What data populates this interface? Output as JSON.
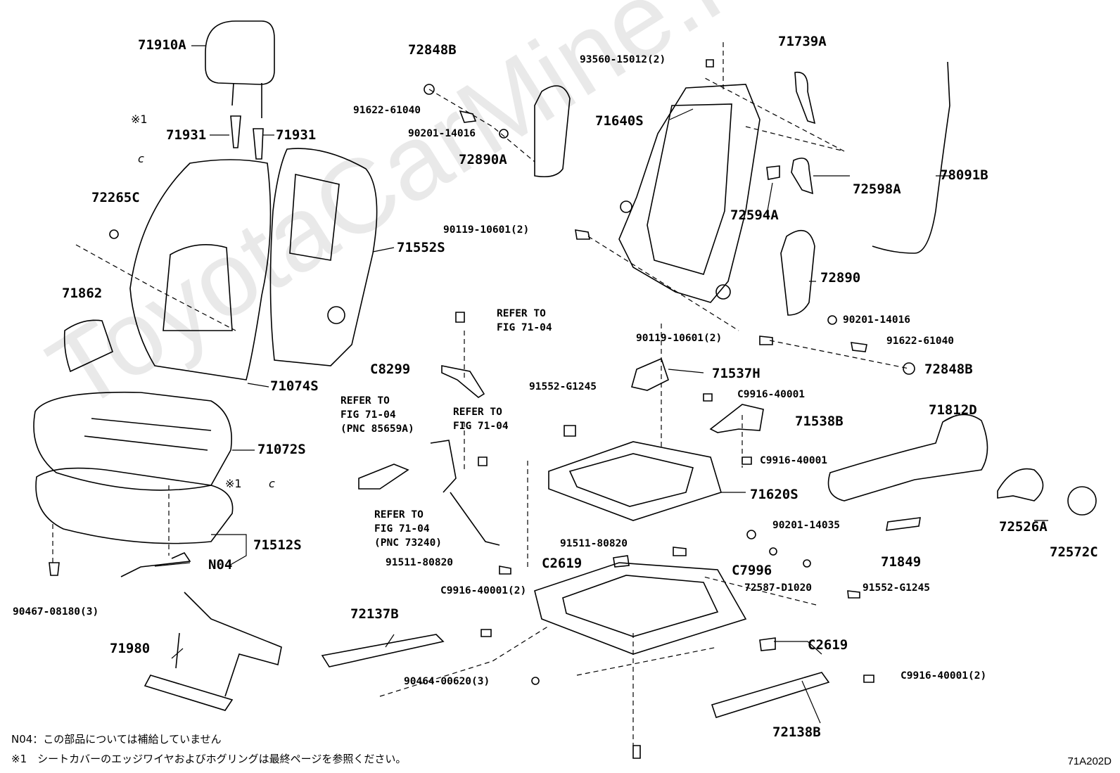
{
  "watermark": "ToyotaCarMine.ru",
  "figure_id": "71A202D",
  "notes": {
    "n04": "N04：この部品については補給していません",
    "asterisk1": "※1　シートカバーのエッジワイヤおよびホグリングは最終ページを参照ください。"
  },
  "callouts": {
    "p71910A": "71910A",
    "p71931_left": "71931",
    "p71931_right": "71931",
    "star1_top": "※1",
    "star1_top_c": "c",
    "p72265C": "72265C",
    "p71862": "71862",
    "p71552S": "71552S",
    "p71074S": "71074S",
    "p71072S": "71072S",
    "star1_mid": "※1",
    "star1_mid_c": "c",
    "p71512S": "71512S",
    "pN04": "N04",
    "p90467": "90467-08180(3)",
    "p71980": "71980",
    "p72848B_top": "72848B",
    "p91622_top": "91622-61040",
    "p90201_top": "90201-14016",
    "p72890A": "72890A",
    "p93560": "93560-15012(2)",
    "p71739A": "71739A",
    "p71640S": "71640S",
    "p78091B": "78091B",
    "p72598A": "72598A",
    "p72594A": "72594A",
    "p90119_top": "90119-10601(2)",
    "p72890": "72890",
    "p90201_right": "90201-14016",
    "p90119_bot": "90119-10601(2)",
    "p91622_right": "91622-61040",
    "p72848B_right": "72848B",
    "refer_a": "REFER TO\nFIG 71-04",
    "pC8299": "C8299",
    "refer_b": "REFER TO\nFIG 71-04\n(PNC 85659A)",
    "refer_c": "REFER TO\nFIG 71-04",
    "refer_d": "REFER TO\nFIG 71-04\n(PNC 73240)",
    "p91511_left": "91511-80820",
    "p91552_top": "91552-G1245",
    "p71537H": "71537H",
    "pC9916_a": "C9916-40001",
    "p71538B": "71538B",
    "pC9916_b": "C9916-40001",
    "p71620S": "71620S",
    "p71812D": "71812D",
    "p91511_mid": "91511-80820",
    "pC2619_top": "C2619",
    "p90201_14035": "90201-14035",
    "pC7996": "C7996",
    "p72587": "72587-D1020",
    "p91552_bot": "91552-G1245",
    "p72526A": "72526A",
    "p72572C": "72572C",
    "p71849": "71849",
    "pC9916_2": "C9916-40001(2)",
    "p72137B": "72137B",
    "p90464": "90464-00620(3)",
    "pC2619_bot": "C2619",
    "pC9916_right": "C9916-40001(2)",
    "p72138B": "72138B"
  }
}
